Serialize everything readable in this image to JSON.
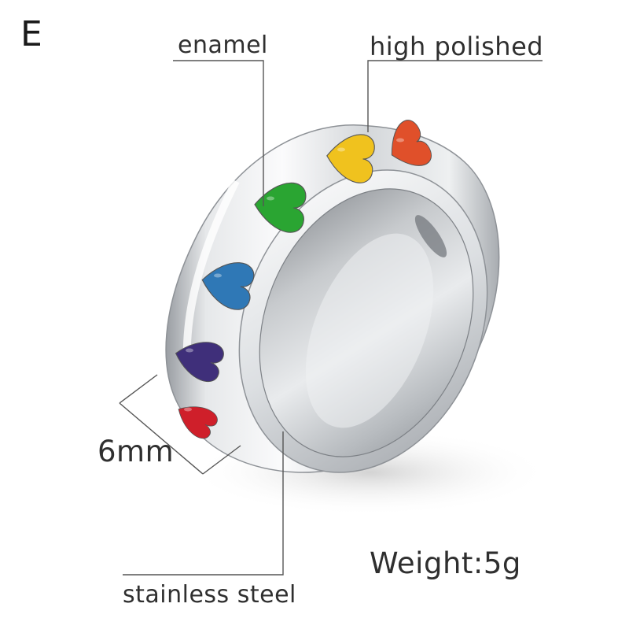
{
  "labels": {
    "variant": "E",
    "enamel": "enamel",
    "high_polished": "high polished",
    "width": "6mm",
    "weight": "Weight:5g",
    "stainless_steel": "stainless steel"
  },
  "heart_colors": {
    "orange": "#e0502a",
    "yellow": "#f0c21e",
    "green": "#2aa532",
    "blue": "#2f78b6",
    "purple": "#3f2f7a",
    "red": "#cf1f2a"
  },
  "metal_colors": {
    "light": "#f4f5f6",
    "mid": "#c9ccd0",
    "dark": "#8d9196"
  }
}
